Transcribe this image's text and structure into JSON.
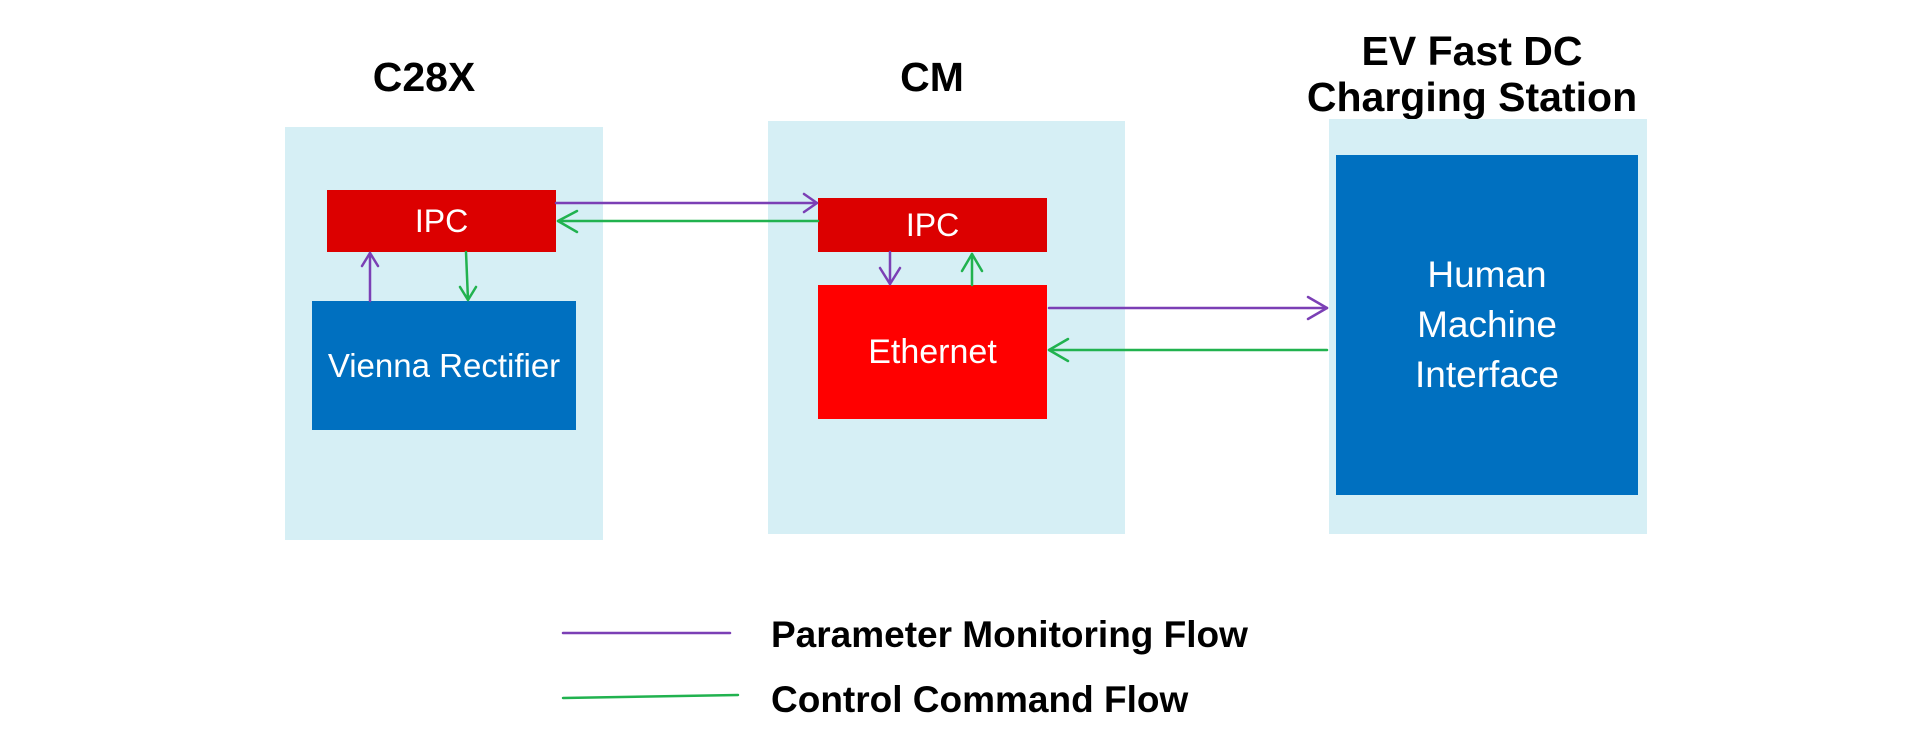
{
  "colors": {
    "panel_bg": "#d6eff5",
    "ipc_red": "#dc0000",
    "ethernet_red": "#ff0000",
    "block_blue": "#0070c0",
    "parameter_flow": "#7b3fb5",
    "control_flow": "#21b24f"
  },
  "sections": {
    "c28x": {
      "title": "C28X",
      "ipc_label": "IPC",
      "rectifier_label": "Vienna Rectifier"
    },
    "cm": {
      "title": "CM",
      "ipc_label": "IPC",
      "ethernet_label": "Ethernet"
    },
    "station": {
      "title_line1": "EV Fast DC",
      "title_line2": "Charging Station",
      "hmi_lines": [
        "Human",
        "Machine",
        "Interface"
      ]
    }
  },
  "flows": [
    {
      "type": "parameter",
      "from": "Vienna Rectifier",
      "to": "C28X IPC"
    },
    {
      "type": "control",
      "from": "C28X IPC",
      "to": "Vienna Rectifier"
    },
    {
      "type": "parameter",
      "from": "C28X IPC",
      "to": "CM IPC"
    },
    {
      "type": "control",
      "from": "CM IPC",
      "to": "C28X IPC"
    },
    {
      "type": "parameter",
      "from": "CM IPC",
      "to": "Ethernet"
    },
    {
      "type": "control",
      "from": "Ethernet",
      "to": "CM IPC"
    },
    {
      "type": "parameter",
      "from": "Ethernet",
      "to": "Human Machine Interface"
    },
    {
      "type": "control",
      "from": "Human Machine Interface",
      "to": "Ethernet"
    }
  ],
  "legend": {
    "parameter_label": "Parameter Monitoring Flow",
    "control_label": "Control Command Flow"
  }
}
